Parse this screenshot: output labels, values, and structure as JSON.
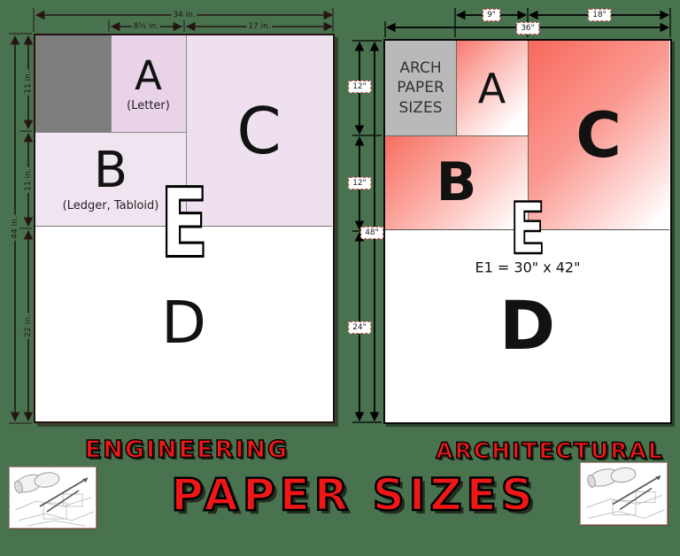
{
  "colors": {
    "background": "#49724e",
    "accent_red": "#f11717",
    "eng_line": "#241514",
    "arch_line": "#000000",
    "eng_fill_a": "#e8d3e8",
    "eng_fill_b": "#f1e4f1",
    "eng_fill_c": "#eee0ee",
    "eng_gray": "#7d7d7d",
    "arch_gray": "#b9b9b9",
    "arch_red": "#f8786d"
  },
  "engineering": {
    "heading": "ENGINEERING",
    "regions": {
      "a": {
        "label": "A",
        "sublabel": "(Letter)"
      },
      "b": {
        "label": "B",
        "sublabel": "(Ledger, Tabloid)"
      },
      "c": {
        "label": "C"
      },
      "d": {
        "label": "D"
      },
      "e": {
        "label": "E"
      }
    },
    "dims": {
      "top_total": "34 in.",
      "top_a": "8½ in.",
      "top_c": "17 in.",
      "left_total": "44 in.",
      "left_a": "11 in.",
      "left_b": "11 in.",
      "left_d": "22 in."
    }
  },
  "architectural": {
    "heading": "ARCHITECTURAL",
    "corner_title_lines": [
      "ARCH",
      "PAPER",
      "SIZES"
    ],
    "regions": {
      "a": {
        "label": "A"
      },
      "b": {
        "label": "B"
      },
      "c": {
        "label": "C"
      },
      "d": {
        "label": "D"
      },
      "e": {
        "label": "E"
      }
    },
    "e_note": "E1 = 30\" x 42\"",
    "dims": {
      "top_a": "9\"",
      "top_c": "18\"",
      "top_total": "36\"",
      "left_a": "12\"",
      "left_b": "12\"",
      "left_d": "24\"",
      "left_total": "48\""
    }
  },
  "footer": {
    "title": "PAPER SIZES"
  }
}
